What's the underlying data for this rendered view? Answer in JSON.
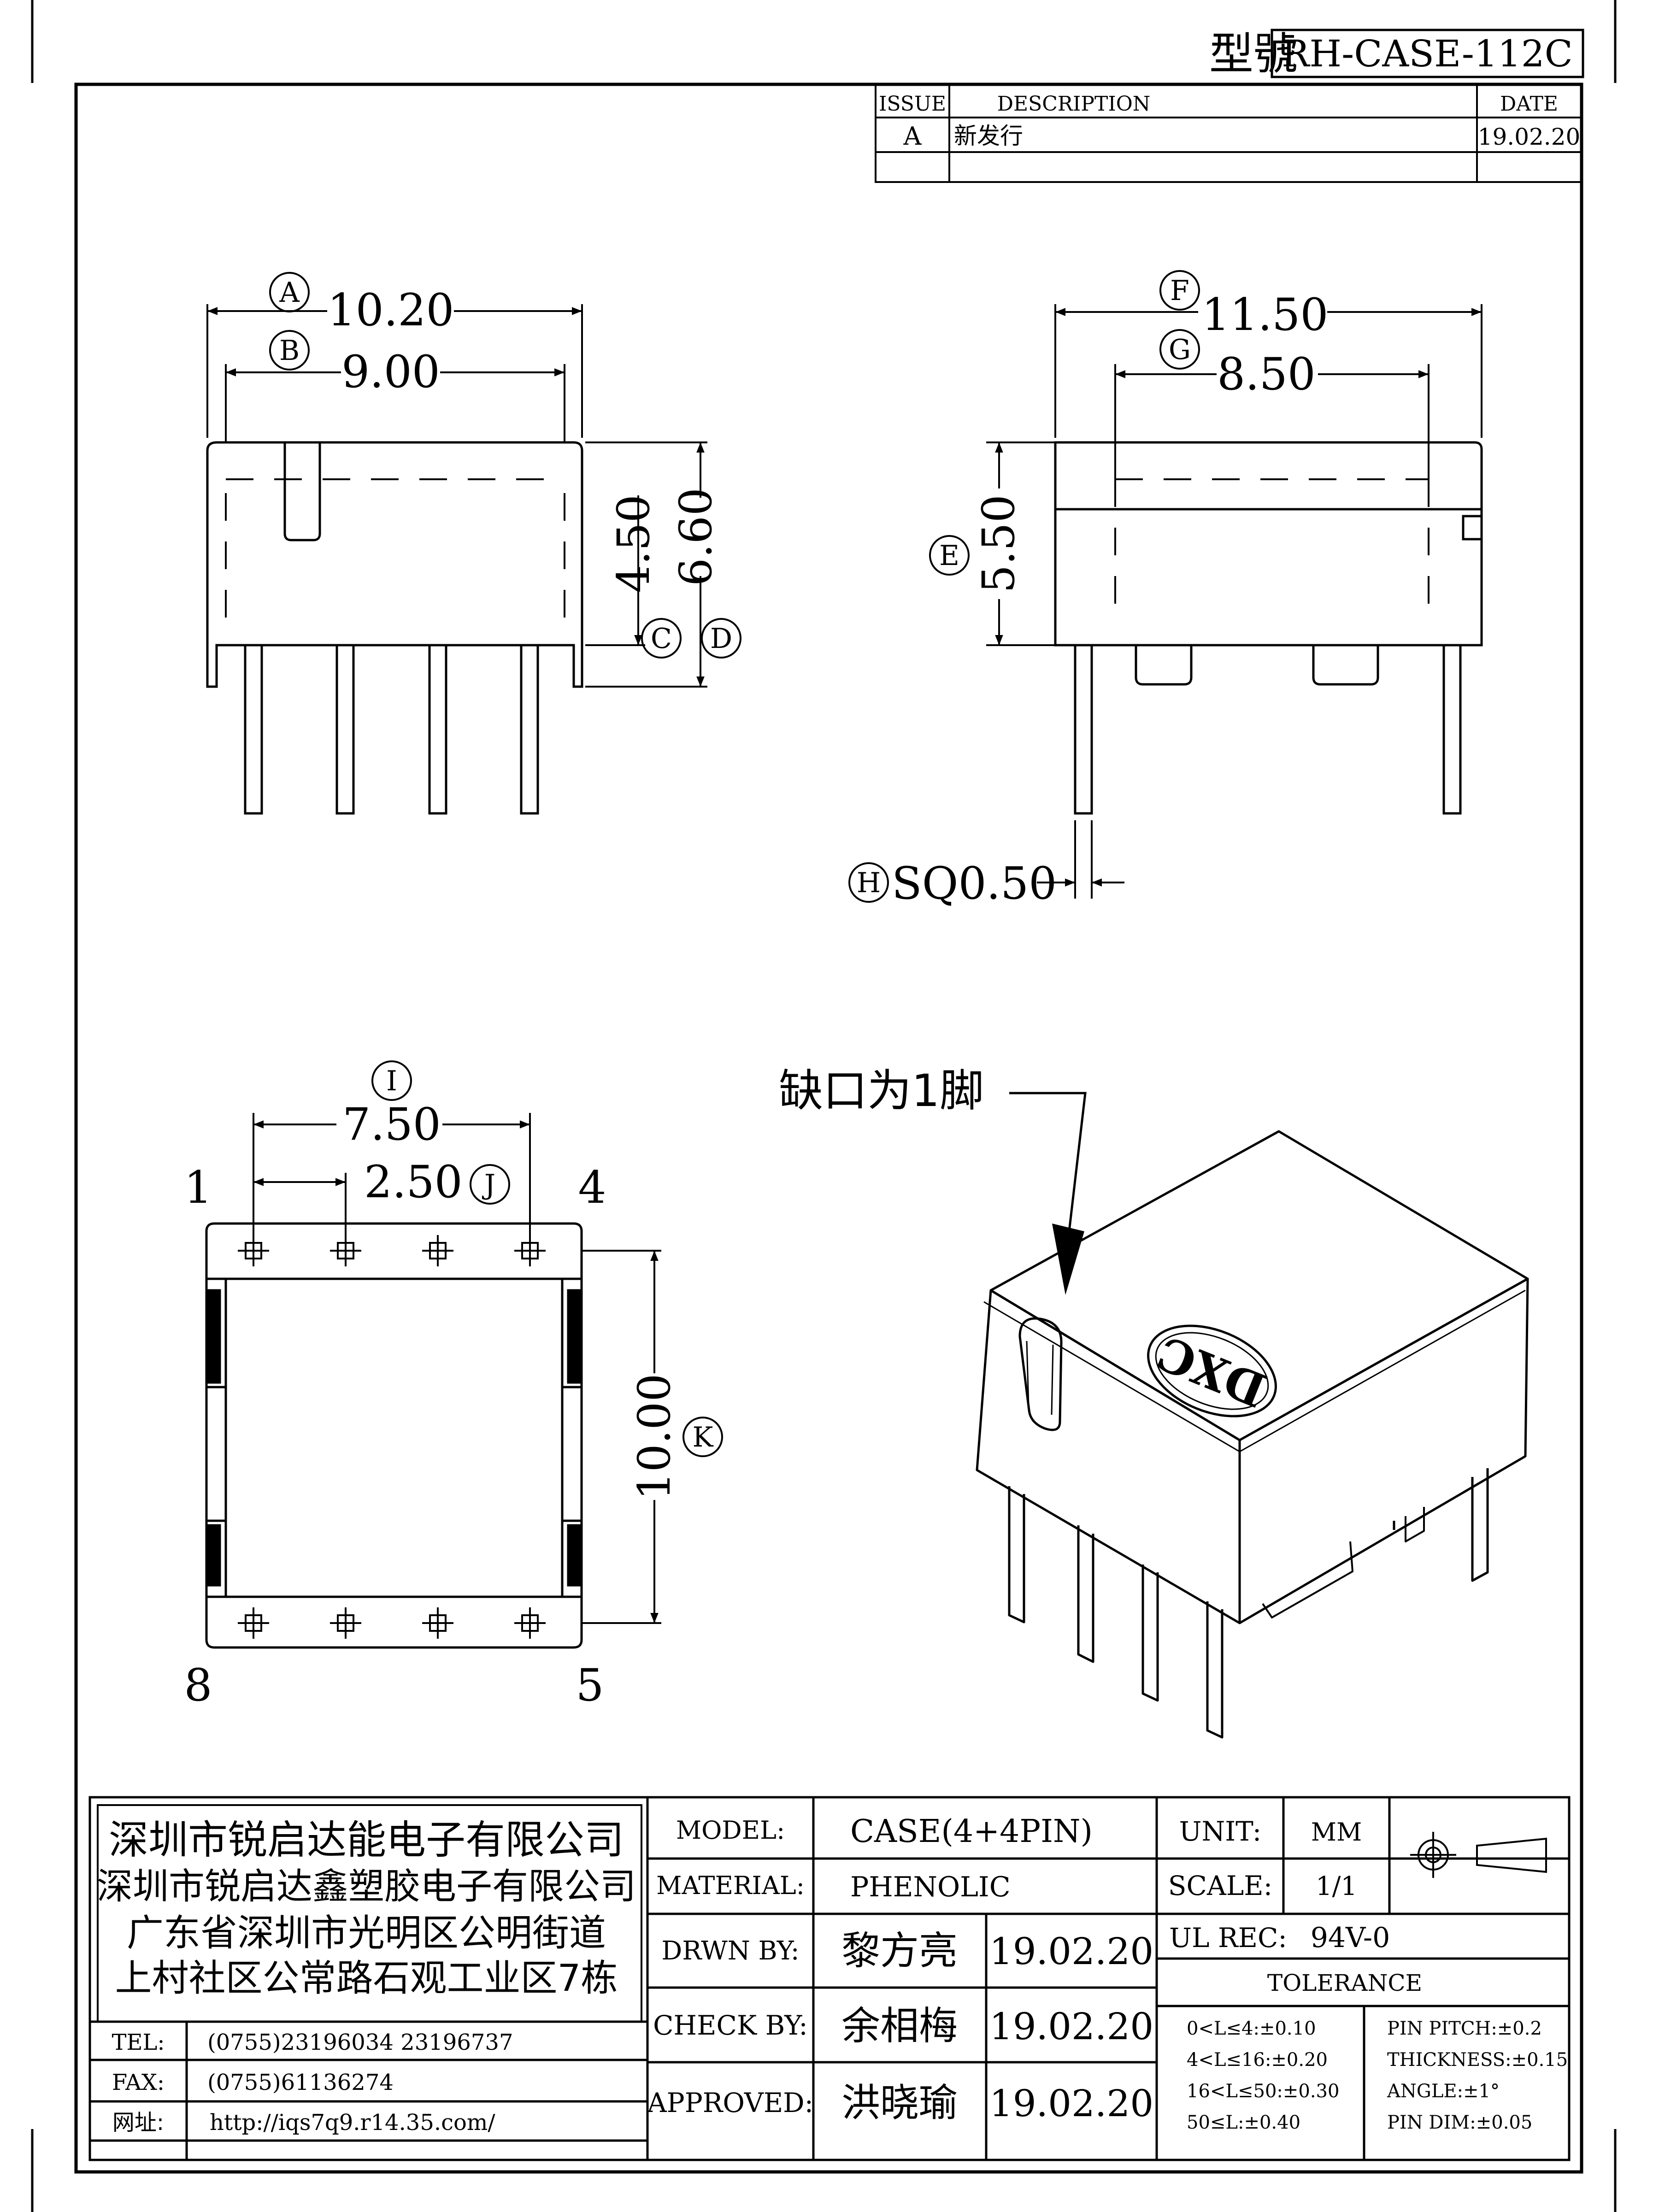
{
  "header": {
    "model_label": "型號",
    "model_no": "RH-CASE-112C",
    "rev_table": {
      "col_issue": "ISSUE",
      "col_description": "DESCRIPTION",
      "col_date": "DATE",
      "row_issue": "A",
      "row_description": "新发行",
      "row_date": "19.02.20"
    }
  },
  "dims": {
    "A": "A",
    "A_val": "10.20",
    "B": "B",
    "B_val": "9.00",
    "C": "C",
    "C_val": "4.50",
    "D": "D",
    "D_val": "6.60",
    "E": "E",
    "E_val": "5.50",
    "F": "F",
    "F_val": "11.50",
    "G": "G",
    "G_val": "8.50",
    "H": "H",
    "H_val": "SQ0.50",
    "I": "I",
    "I_val": "7.50",
    "J": "J",
    "J_val": "2.50",
    "K": "K",
    "K_val": "10.00"
  },
  "pins": {
    "p1": "1",
    "p4": "4",
    "p8": "8",
    "p5": "5"
  },
  "iso": {
    "notch_note": "缺口为1脚",
    "logo": "DXC"
  },
  "title_block": {
    "company": {
      "line1": "深圳市锐启达能电子有限公司",
      "line2": "深圳市锐启达鑫塑胶电子有限公司",
      "line3": "广东省深圳市光明区公明街道",
      "line4": "上村社区公常路石观工业区7栋"
    },
    "contact": {
      "tel_label": "TEL:",
      "tel": "(0755)23196034  23196737",
      "fax_label": "FAX:",
      "fax": "(0755)61136274",
      "web_label": "网址:",
      "web": "http://iqs7q9.r14.35.com/"
    },
    "model_label": "MODEL:",
    "model": "CASE(4+4PIN)",
    "material_label": "MATERIAL:",
    "material": "PHENOLIC",
    "drawn_label": "DRWN BY:",
    "drawn_by": "黎方亮",
    "drawn_date": "19.02.20",
    "check_label": "CHECK BY:",
    "check_by": "余相梅",
    "check_date": "19.02.20",
    "approved_label": "APPROVED:",
    "approved_by": "洪晓瑜",
    "approved_date": "19.02.20",
    "unit_label": "UNIT:",
    "unit": "MM",
    "scale_label": "SCALE:",
    "scale": "1/1",
    "ul_label": "UL REC:",
    "ul": "94V-0",
    "tolerance_title": "TOLERANCE",
    "tol_left": [
      "0<L≤4:±0.10",
      "4<L≤16:±0.20",
      "16<L≤50:±0.30",
      "50≤L:±0.40"
    ],
    "tol_right": [
      "PIN PITCH:±0.2",
      "THICKNESS:±0.15",
      "ANGLE:±1°",
      "PIN DIM:±0.05"
    ]
  }
}
